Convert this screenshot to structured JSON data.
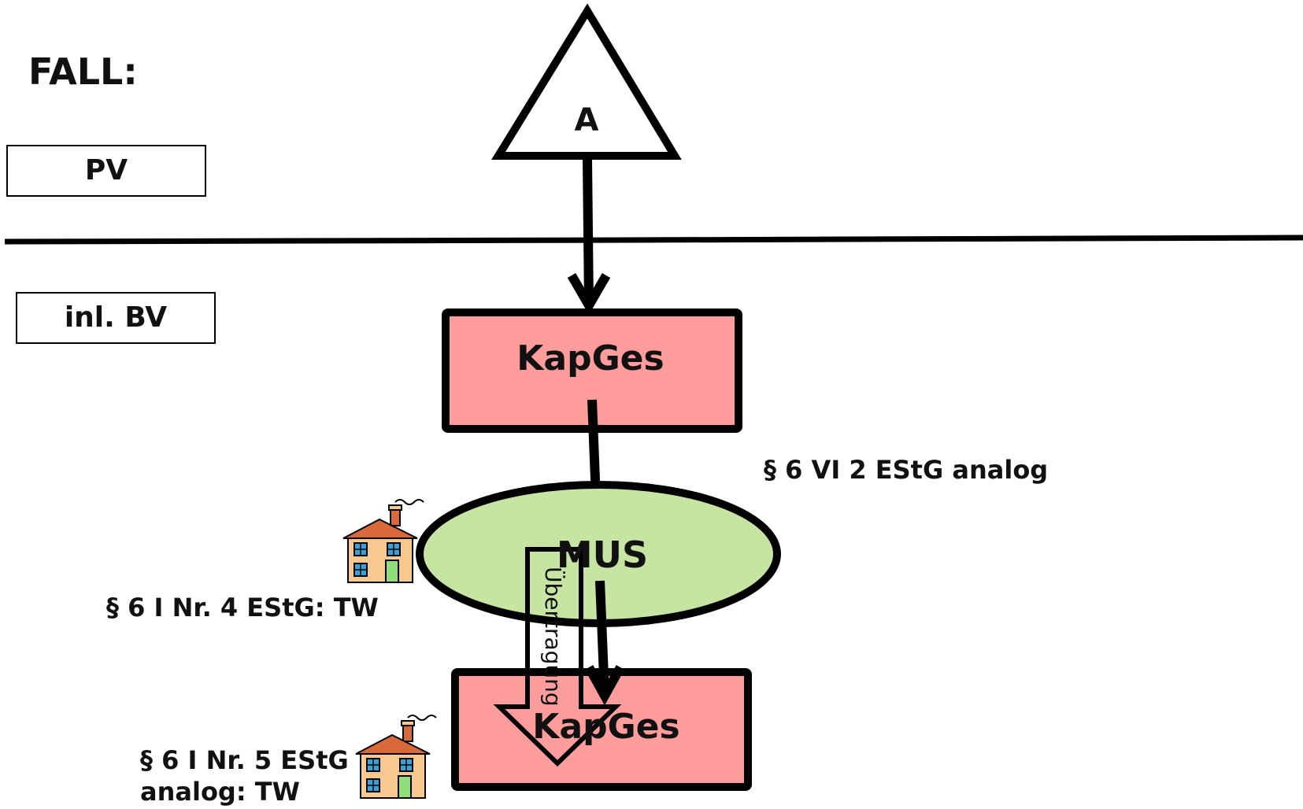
{
  "title": "FALL:",
  "spheres": {
    "private": "PV",
    "business": "inl. BV"
  },
  "nodes": {
    "shareholder": "A",
    "parent_company": "KapGes",
    "partnership": "MUS",
    "subsidiary": "KapGes"
  },
  "annotations": {
    "rule_right": "§ 6 VI 2 EStG analog",
    "rule_left_1": "§ 6 I Nr. 4 EStG: TW",
    "rule_left_2_line1": "§ 6 I Nr. 5 EStG",
    "rule_left_2_line2": "analog: TW"
  },
  "transfer_label": "Übertragung",
  "colors": {
    "kapges_fill": "#ff9d9d",
    "mus_fill": "#c6e5a3",
    "stroke": "#000000",
    "house_wall": "#f7c88f",
    "house_roof": "#d9683a",
    "house_window": "#3aa0d8",
    "house_door": "#8fe07a"
  }
}
